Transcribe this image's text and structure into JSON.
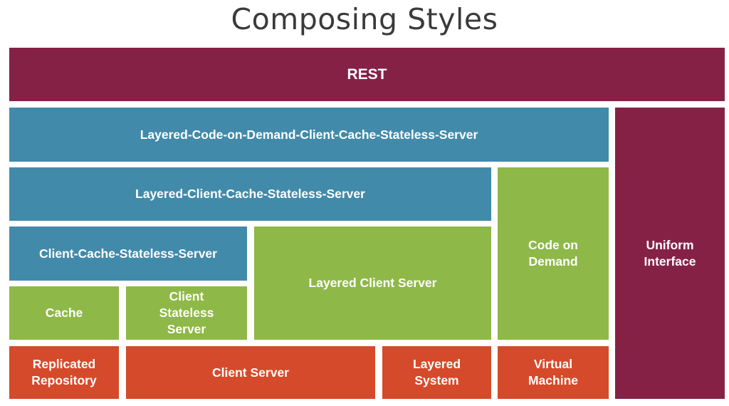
{
  "title": "Composing Styles",
  "colors": {
    "rest": "#862146",
    "blue": "#428aaa",
    "green": "#8eb848",
    "orange": "#d54a2a"
  },
  "boxes": {
    "rest": "REST",
    "layered_code_on_demand": "Layered-Code-on-Demand-Client-Cache-Stateless-Server",
    "uniform_interface": "Uniform\nInterface",
    "layered_client_cache": "Layered-Client-Cache-Stateless-Server",
    "code_on_demand": "Code on\nDemand",
    "client_cache_stateless": "Client-Cache-Stateless-Server",
    "layered_client_server": "Layered Client Server",
    "cache": "Cache",
    "client_stateless_server": "Client\nStateless\nServer",
    "replicated_repository": "Replicated\nRepository",
    "client_server": "Client Server",
    "layered_system": "Layered\nSystem",
    "virtual_machine": "Virtual\nMachine"
  }
}
